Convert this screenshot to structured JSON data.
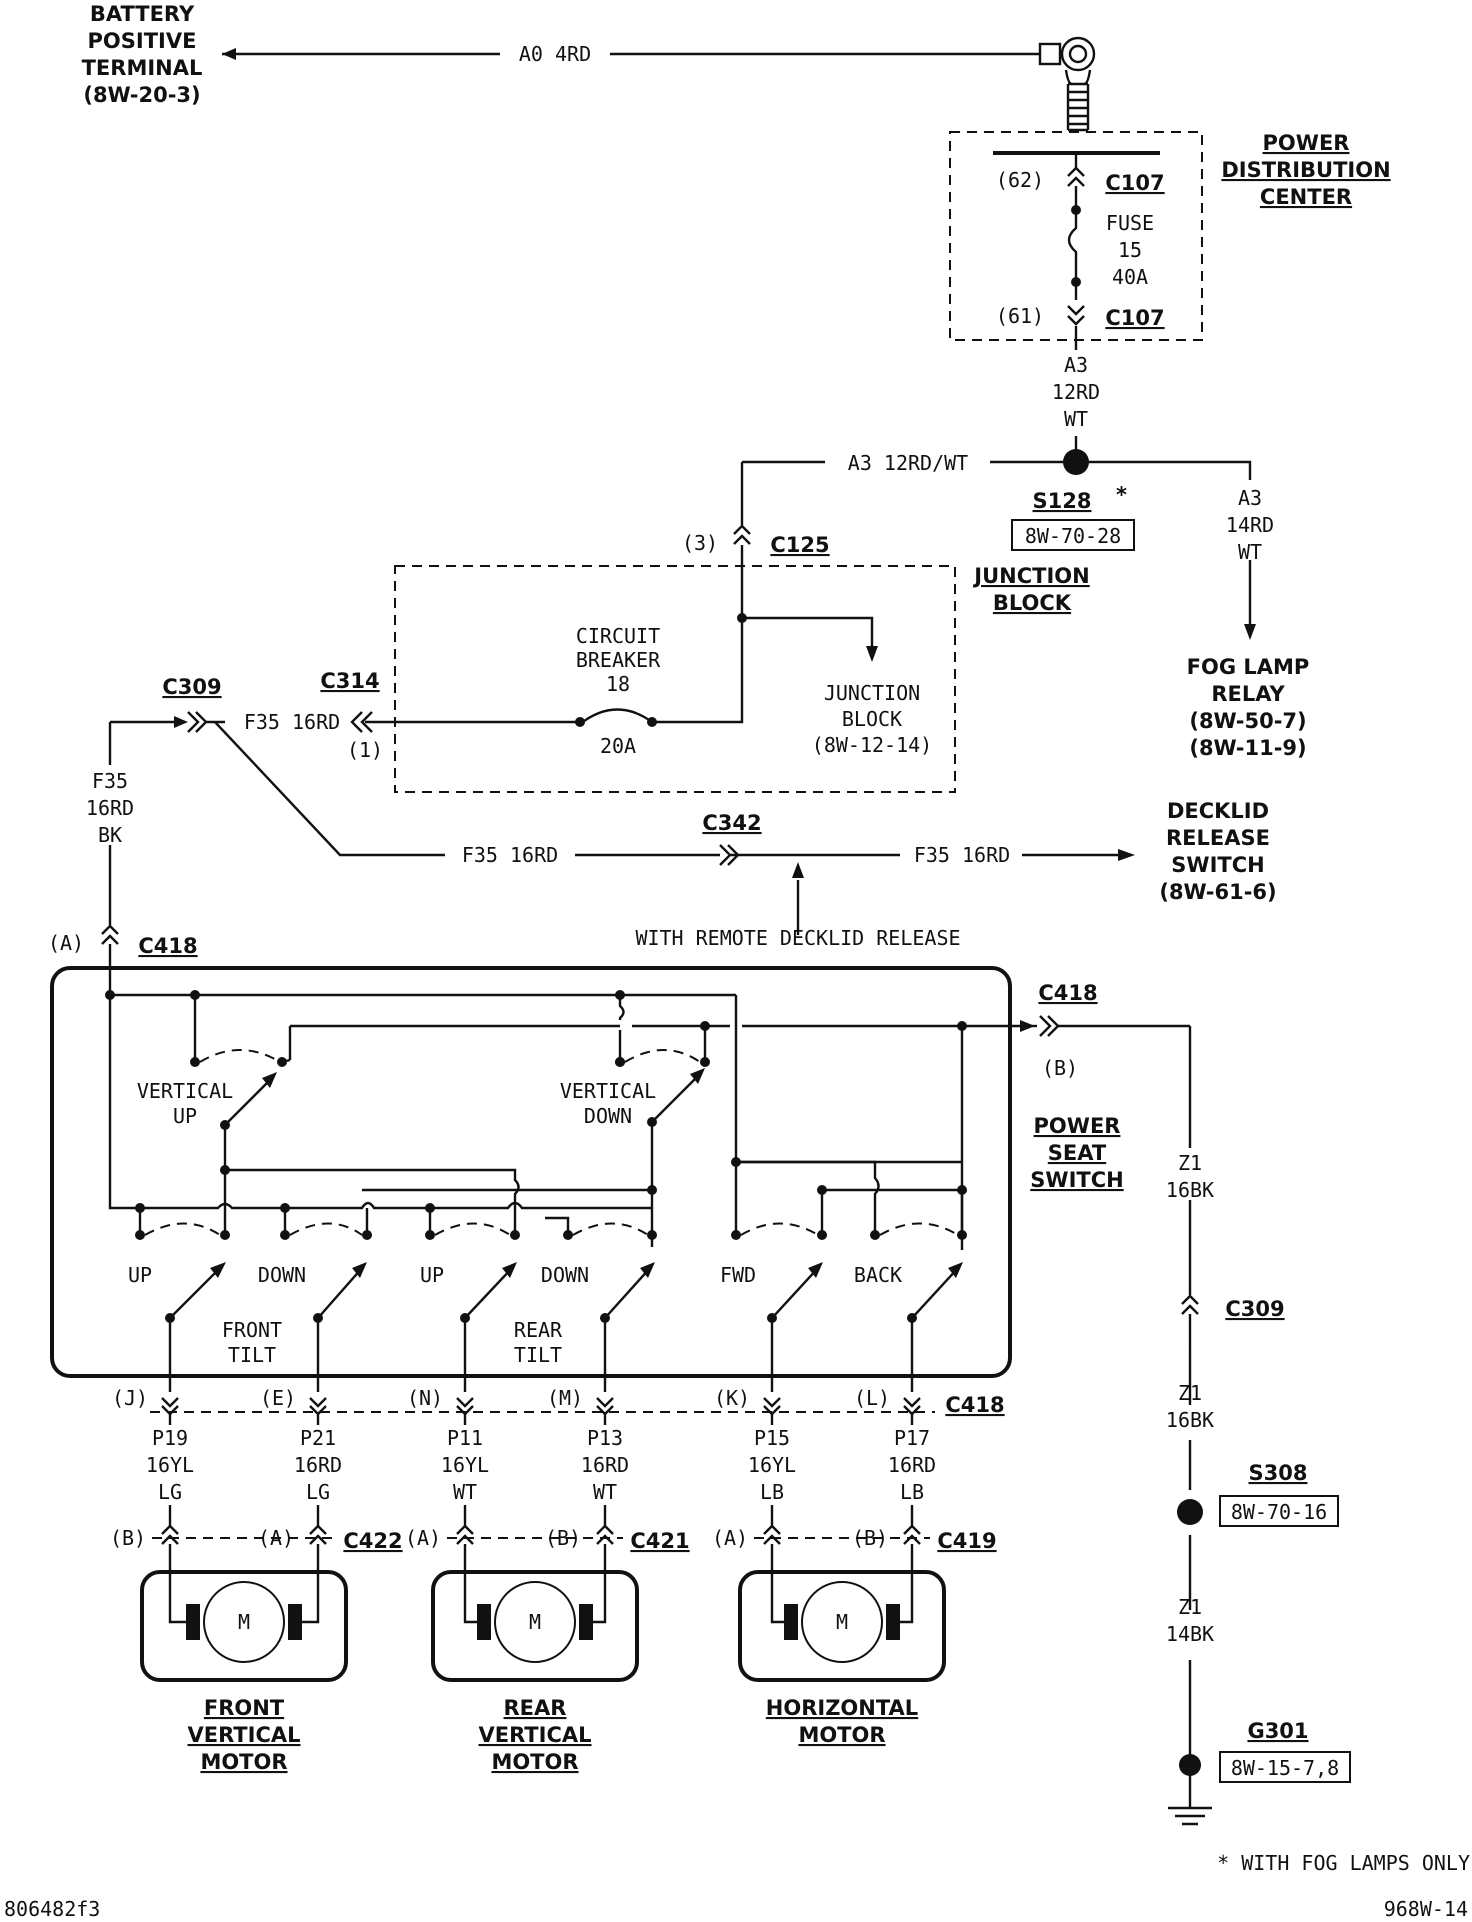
{
  "battery": {
    "l1": "BATTERY",
    "l2": "POSITIVE",
    "l3": "TERMINAL",
    "l4": "(8W-20-3)",
    "wire": "A0 4RD"
  },
  "pdc": {
    "l1": "POWER",
    "l2": "DISTRIBUTION",
    "l3": "CENTER",
    "pin_top": "(62)",
    "pin_bot": "(61)",
    "conn": "C107",
    "fuse1": "FUSE",
    "fuse2": "15",
    "fuse3": "40A"
  },
  "a3": {
    "w1": "A3",
    "w2": "12RD",
    "w3": "WT",
    "h": "A3 12RD/WT"
  },
  "s128": {
    "name": "S128",
    "star": "*",
    "ref": "8W-70-28"
  },
  "fog": {
    "w1": "A3",
    "w2": "14RD",
    "w3": "WT",
    "l1": "FOG LAMP",
    "l2": "RELAY",
    "l3": "(8W-50-7)",
    "l4": "(8W-11-9)"
  },
  "c125": {
    "pin": "(3)",
    "name": "C125"
  },
  "jb": {
    "l1": "JUNCTION",
    "l2": "BLOCK",
    "cb1": "CIRCUIT",
    "cb2": "BREAKER",
    "cb3": "18",
    "cb4": "20A",
    "r1": "JUNCTION",
    "r2": "BLOCK",
    "r3": "(8W-12-14)"
  },
  "c314": {
    "name": "C314",
    "pin": "(1)"
  },
  "c309": {
    "name": "C309",
    "wire": "F35 16RD",
    "v1": "F35",
    "v2": "16RD",
    "v3": "BK"
  },
  "c342": {
    "name": "C342",
    "wire_l": "F35 16RD",
    "wire_r": "F35 16RD",
    "note": "WITH REMOTE DECKLID RELEASE"
  },
  "decklid": {
    "l1": "DECKLID",
    "l2": "RELEASE",
    "l3": "SWITCH",
    "l4": "(8W-61-6)"
  },
  "c418": {
    "name": "C418",
    "pin_a": "(A)",
    "pin_b": "(B)"
  },
  "pss": {
    "l1": "POWER",
    "l2": "SEAT",
    "l3": "SWITCH"
  },
  "sw": {
    "vu1": "VERTICAL",
    "vu2": "UP",
    "vd1": "VERTICAL",
    "vd2": "DOWN",
    "up": "UP",
    "down": "DOWN",
    "fwd": "FWD",
    "back": "BACK",
    "ft1": "FRONT",
    "ft2": "TILT",
    "rt1": "REAR",
    "rt2": "TILT"
  },
  "pins": [
    {
      "p": "(J)",
      "c": "P19",
      "g": "16YL",
      "k": "LG"
    },
    {
      "p": "(E)",
      "c": "P21",
      "g": "16RD",
      "k": "LG"
    },
    {
      "p": "(N)",
      "c": "P11",
      "g": "16YL",
      "k": "WT"
    },
    {
      "p": "(M)",
      "c": "P13",
      "g": "16RD",
      "k": "WT"
    },
    {
      "p": "(K)",
      "c": "P15",
      "g": "16YL",
      "k": "LB"
    },
    {
      "p": "(L)",
      "c": "P17",
      "g": "16RD",
      "k": "LB"
    }
  ],
  "motors": [
    {
      "pa": "(B)",
      "pb": "(A)",
      "conn": "C422",
      "m": "M",
      "n1": "FRONT",
      "n2": "VERTICAL",
      "n3": "MOTOR"
    },
    {
      "pa": "(A)",
      "pb": "(B)",
      "conn": "C421",
      "m": "M",
      "n1": "REAR",
      "n2": "VERTICAL",
      "n3": "MOTOR"
    },
    {
      "pa": "(A)",
      "pb": "(B)",
      "conn": "C419",
      "m": "M",
      "n1": "HORIZONTAL",
      "n2": "MOTOR",
      "n3": ""
    }
  ],
  "ground": {
    "z1a": "Z1",
    "z1b": "16BK",
    "c309": "C309",
    "z2a": "Z1",
    "z2b": "16BK",
    "s308": "S308",
    "s308ref": "8W-70-16",
    "z3a": "Z1",
    "z3b": "14BK",
    "g301": "G301",
    "g301ref": "8W-15-7,8"
  },
  "footer": {
    "note": "* WITH FOG LAMPS ONLY",
    "left": "806482f3",
    "right": "968W-14"
  }
}
